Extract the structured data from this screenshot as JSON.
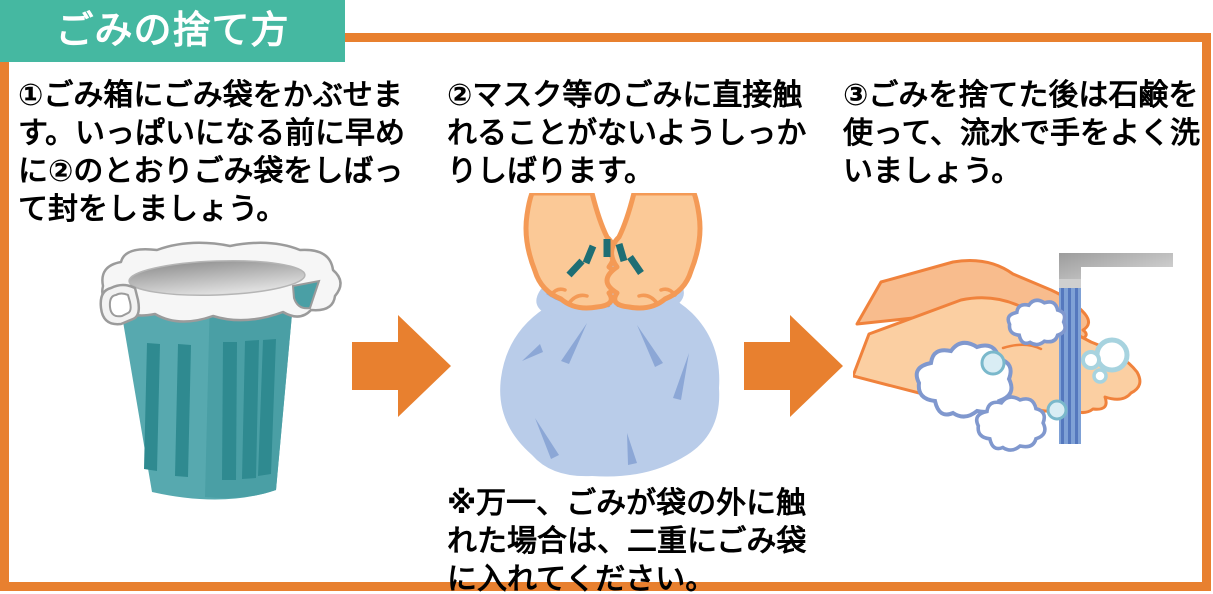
{
  "header": {
    "title": "ごみの捨て方"
  },
  "steps": [
    {
      "illustration": "trash-can-with-garbage-bag",
      "lines": [
        "①ごみ箱にごみ袋をかぶせま",
        "す。いっぱいになる前に早め",
        "に②のとおりごみ袋をしばっ",
        "て封をしましょう。"
      ]
    },
    {
      "illustration": "hands-tying-garbage-bag",
      "lines": [
        "②マスク等のごみに直接触",
        "れることがないようしっか",
        "りしばります。"
      ]
    },
    {
      "illustration": "washing-hands-under-running-water",
      "lines": [
        "③ごみを捨てた後は石鹸を",
        "使って、流水で手をよく洗",
        "いましょう。"
      ]
    }
  ],
  "note": {
    "lines": [
      "※万一、ごみが袋の外に触",
      "れた場合は、二重にごみ袋",
      "に入れてください。"
    ]
  },
  "colors": {
    "banner_teal": "#45B8A1",
    "border_orange": "#E8802F",
    "arrow_orange": "#E8802F",
    "text_black": "#000000",
    "can_teal": "#57A9AF",
    "bag_blue": "#B9CCE9",
    "skin_peach": "#FBC997",
    "water_blue": "#7FA1D6"
  }
}
